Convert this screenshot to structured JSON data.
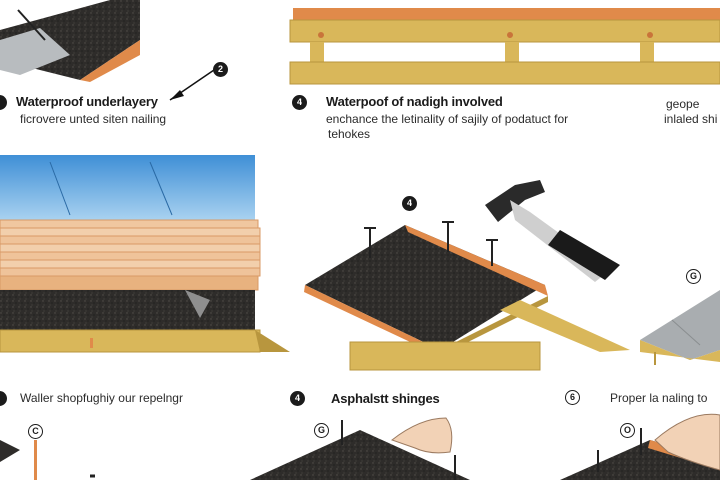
{
  "steps": {
    "s1": {
      "number": "",
      "title": "Waterproof underlayery",
      "desc": "ficrovere unted siten nailing"
    },
    "s4a": {
      "number": "4",
      "title": "Waterpoof of nadigh involved",
      "desc": "enchance the letinality of sajily of podatuct for",
      "desc2": "tehokes"
    },
    "s_right_top": {
      "title": "geope",
      "desc": "inlaled shi"
    },
    "s_bot1": {
      "title": "Waller shopfughiy our repelngr"
    },
    "s_bot2": {
      "number": "4",
      "title": "Asphalstt shinges"
    },
    "s_bot3": {
      "number": "6",
      "title": "Proper la naling to"
    }
  },
  "markers": {
    "top_callout": "2",
    "mid_nails": "4",
    "right_panel": "G",
    "bottom_left": "C",
    "bottom_mid": "G",
    "bottom_right": "O"
  },
  "colors": {
    "wood": "#d9b75a",
    "wood_dark": "#b8963e",
    "orange": "#e08a4a",
    "asphalt": "#2e2c2a",
    "blue": "#5aa0d8",
    "metal": "#a9adb0"
  }
}
